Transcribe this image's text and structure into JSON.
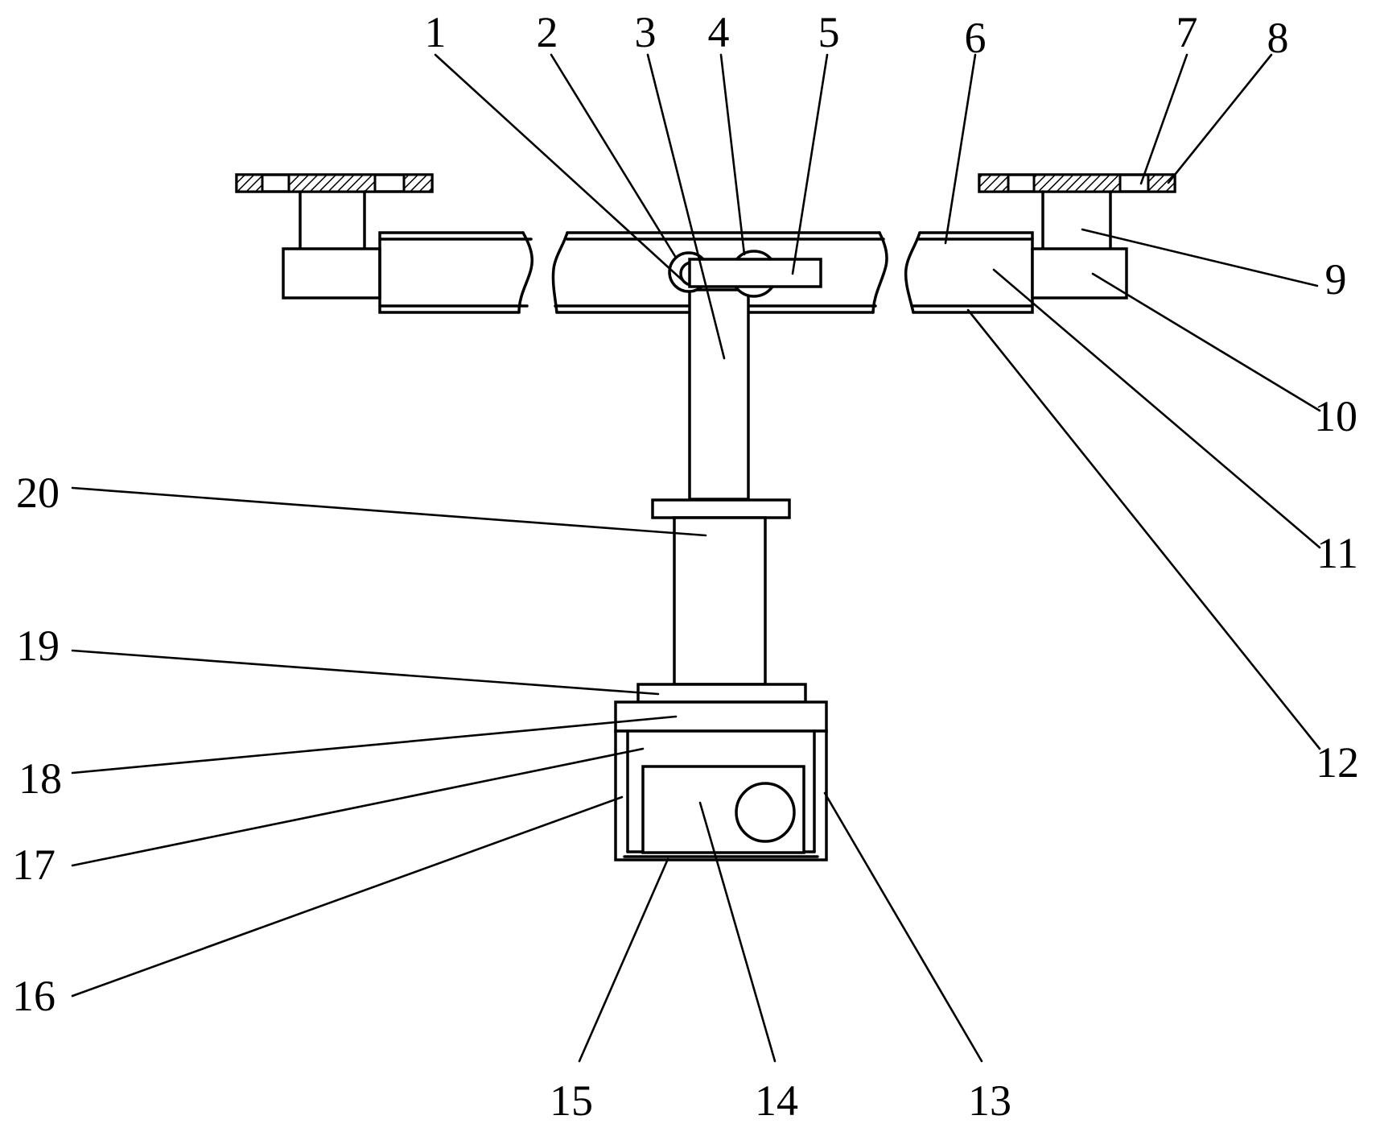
{
  "diagram": {
    "type": "mechanical-patent-drawing",
    "line_color": "#000000",
    "background": "#ffffff",
    "callouts": [
      {
        "id": "c1",
        "label": "1"
      },
      {
        "id": "c2",
        "label": "2"
      },
      {
        "id": "c3",
        "label": "3"
      },
      {
        "id": "c4",
        "label": "4"
      },
      {
        "id": "c5",
        "label": "5"
      },
      {
        "id": "c6",
        "label": "6"
      },
      {
        "id": "c7",
        "label": "7"
      },
      {
        "id": "c8",
        "label": "8"
      },
      {
        "id": "c9",
        "label": "9"
      },
      {
        "id": "c10",
        "label": "10"
      },
      {
        "id": "c11",
        "label": "11"
      },
      {
        "id": "c12",
        "label": "12"
      },
      {
        "id": "c13",
        "label": "13"
      },
      {
        "id": "c14",
        "label": "14"
      },
      {
        "id": "c15",
        "label": "15"
      },
      {
        "id": "c16",
        "label": "16"
      },
      {
        "id": "c17",
        "label": "17"
      },
      {
        "id": "c18",
        "label": "18"
      },
      {
        "id": "c19",
        "label": "19"
      },
      {
        "id": "c20",
        "label": "20"
      }
    ]
  }
}
